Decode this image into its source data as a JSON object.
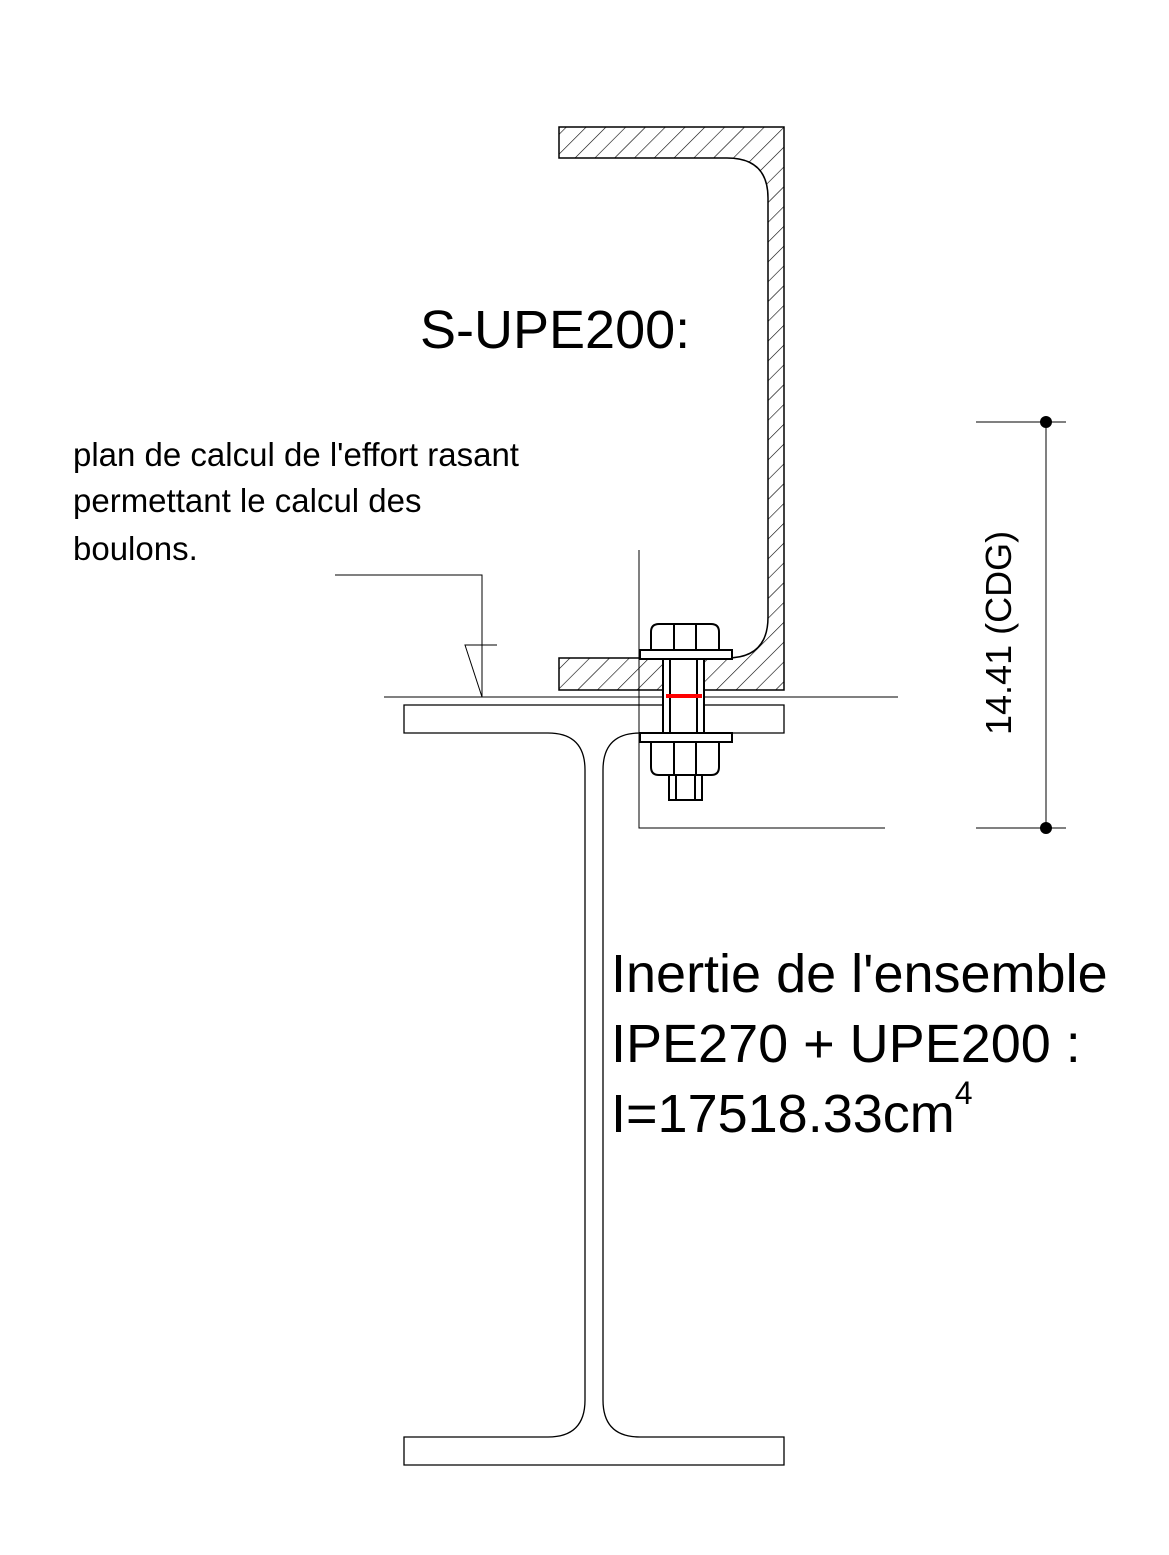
{
  "labels": {
    "section_title": "S-UPE200:",
    "note_line1": "plan de calcul de l'effort rasant",
    "note_line2": "permettant le calcul des",
    "note_line3": "boulons.",
    "dimension": "14.41 (CDG)",
    "inertia_line1": "Inertie de l'ensemble",
    "inertia_line2": "IPE270 + UPE200 :",
    "inertia_line3": "I=17518.33cm",
    "inertia_exponent": "4"
  },
  "colors": {
    "stroke": "#000000",
    "background": "#ffffff",
    "shear_plane_highlight": "#ff0000"
  },
  "components": {
    "beam": "IPE270",
    "channel": "UPE200"
  }
}
